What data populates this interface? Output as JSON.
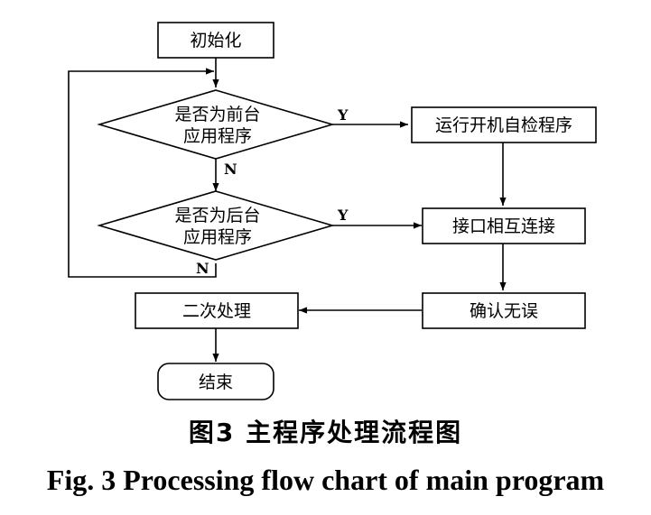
{
  "nodes": {
    "init": "初始化",
    "foreground_check": [
      "是否为前台",
      "应用程序"
    ],
    "background_check": [
      "是否为后台",
      "应用程序"
    ],
    "self_test": "运行开机自检程序",
    "interconnect": "接口相互连接",
    "confirm": "确认无误",
    "secondary": "二次处理",
    "end": "结束"
  },
  "branches": {
    "fg_yes": "Y",
    "fg_no": "N",
    "bg_yes": "Y",
    "bg_no": "N"
  },
  "caption": {
    "cn": "图3  主程序处理流程图",
    "en": "Fig. 3  Processing flow chart of main program"
  }
}
